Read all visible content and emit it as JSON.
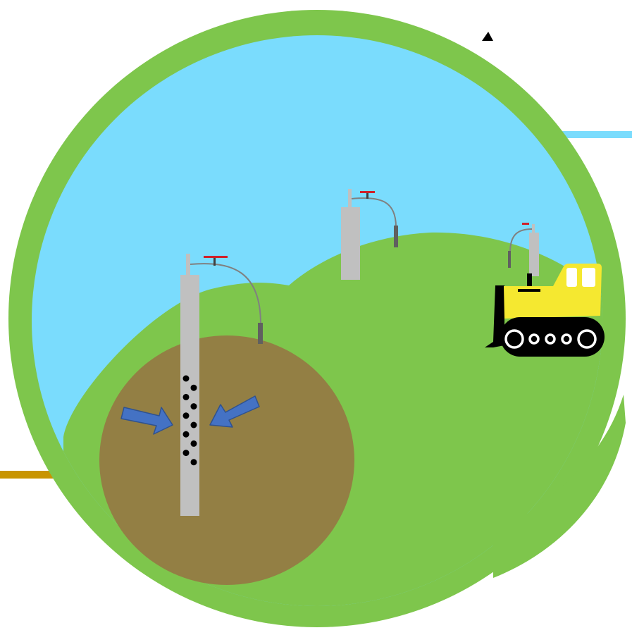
{
  "colors": {
    "sky": "#7adcfd",
    "ring": "#7ec64c",
    "hill": "#7ec64c",
    "soil": "#937f44",
    "pipe": "#c0c0c0",
    "pipe_stroke": "#a7a7a7",
    "hose": "#808080",
    "valve": "#d0202a",
    "arrow": "#4472c4",
    "arrow_stroke": "#2f528f",
    "dozer_body": "#f5e830",
    "dozer_track": "#000000",
    "side_line_blue": "#7adcfd",
    "side_line_gold": "#c89400"
  },
  "wells": [
    {
      "id": "front",
      "label": ""
    },
    {
      "id": "middle",
      "label": ""
    },
    {
      "id": "back",
      "label": ""
    }
  ],
  "perforations": {
    "count": 10
  },
  "arrows": {
    "count": 2,
    "direction": "inward"
  },
  "dozer": {
    "present": true,
    "wheel_count": 5
  }
}
